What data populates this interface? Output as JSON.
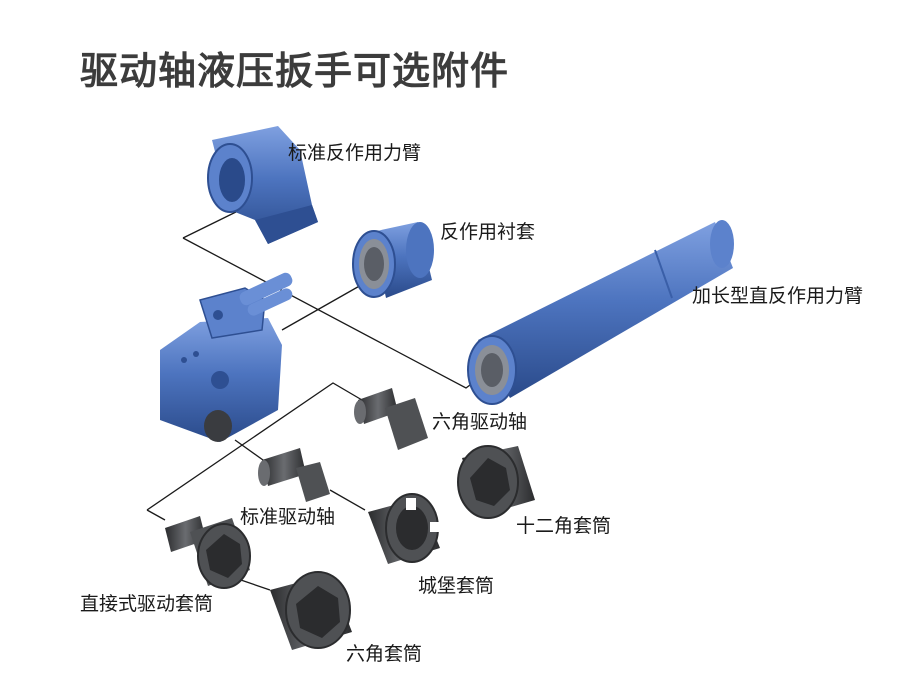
{
  "title": "驱动轴液压扳手可选附件",
  "labels": {
    "standard_reaction_arm": "标准反作用力臂",
    "reaction_sleeve": "反作用衬套",
    "extended_reaction_arm": "加长型直反作用力臂",
    "hex_drive_shaft": "六角驱动轴",
    "twelve_point_socket": "十二角套筒",
    "standard_drive_shaft": "标准驱动轴",
    "castle_socket": "城堡套筒",
    "direct_drive_socket": "直接式驱动套筒",
    "hex_socket": "六角套筒"
  },
  "colors": {
    "blue_part": "#4d74bf",
    "blue_dark": "#2e4f92",
    "steel_part": "#4f5154",
    "steel_dark": "#2b2c2e",
    "leader_line": "#1a1a1a"
  }
}
